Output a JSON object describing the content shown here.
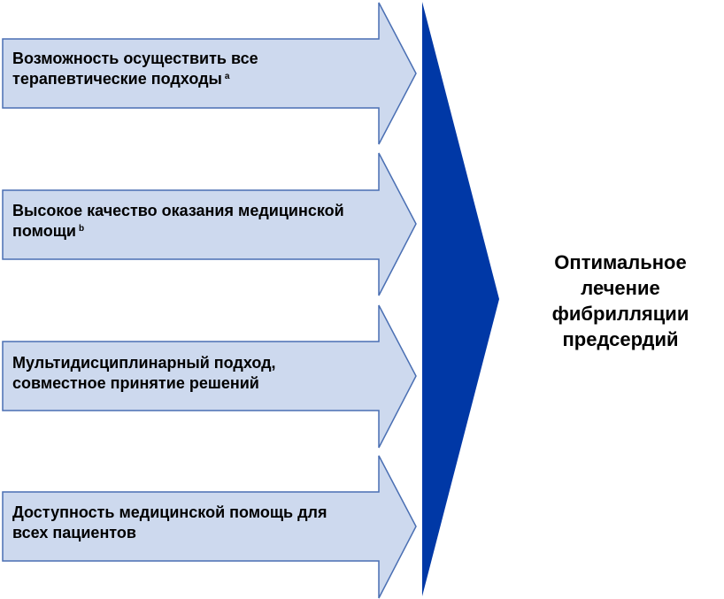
{
  "colors": {
    "input_arrow_fill": "#cdd9ee",
    "input_arrow_stroke": "#4a6fb3",
    "big_arrow_fill": "#0038a6",
    "text": "#000000"
  },
  "inputs": [
    {
      "label": "Возможность осуществить все терапевтические подходы",
      "footnote": "a"
    },
    {
      "label": "Высокое качество оказания медицинской помощи",
      "footnote": "b"
    },
    {
      "label": "Мультидисциплинарный подход, совместное принятие решений",
      "footnote": ""
    },
    {
      "label": "Доступность медицинской помощь для всех пациентов",
      "footnote": ""
    }
  ],
  "outcome": {
    "label": "Оптимальное лечение фибрилляции предсердий"
  }
}
